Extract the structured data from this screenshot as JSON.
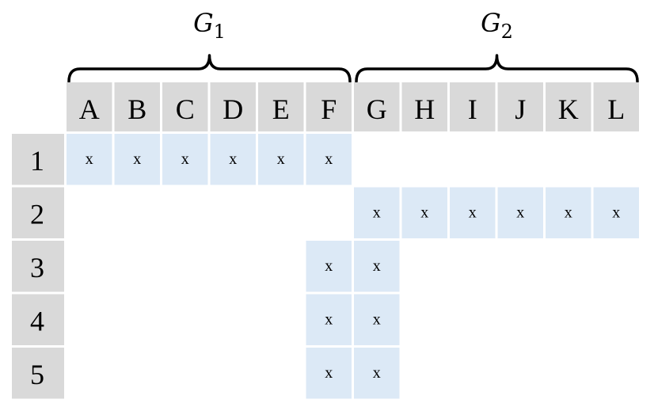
{
  "groups": [
    {
      "name": "G",
      "subscript": "1",
      "columns": [
        "A",
        "B",
        "C",
        "D",
        "E",
        "F"
      ]
    },
    {
      "name": "G",
      "subscript": "2",
      "columns": [
        "G",
        "H",
        "I",
        "J",
        "K",
        "L"
      ]
    }
  ],
  "columns": [
    "A",
    "B",
    "C",
    "D",
    "E",
    "F",
    "G",
    "H",
    "I",
    "J",
    "K",
    "L"
  ],
  "rows": [
    "1",
    "2",
    "3",
    "4",
    "5"
  ],
  "mark": "x",
  "cells": [
    {
      "row": "1",
      "col": "A"
    },
    {
      "row": "1",
      "col": "B"
    },
    {
      "row": "1",
      "col": "C"
    },
    {
      "row": "1",
      "col": "D"
    },
    {
      "row": "1",
      "col": "E"
    },
    {
      "row": "1",
      "col": "F"
    },
    {
      "row": "2",
      "col": "G"
    },
    {
      "row": "2",
      "col": "H"
    },
    {
      "row": "2",
      "col": "I"
    },
    {
      "row": "2",
      "col": "J"
    },
    {
      "row": "2",
      "col": "K"
    },
    {
      "row": "2",
      "col": "L"
    },
    {
      "row": "3",
      "col": "F"
    },
    {
      "row": "3",
      "col": "G"
    },
    {
      "row": "4",
      "col": "F"
    },
    {
      "row": "4",
      "col": "G"
    },
    {
      "row": "5",
      "col": "F"
    },
    {
      "row": "5",
      "col": "G"
    }
  ],
  "colors": {
    "header_bg": "#d9d9d9",
    "cell_bg": "#dce9f6",
    "text": "#000000",
    "background": "#ffffff"
  }
}
